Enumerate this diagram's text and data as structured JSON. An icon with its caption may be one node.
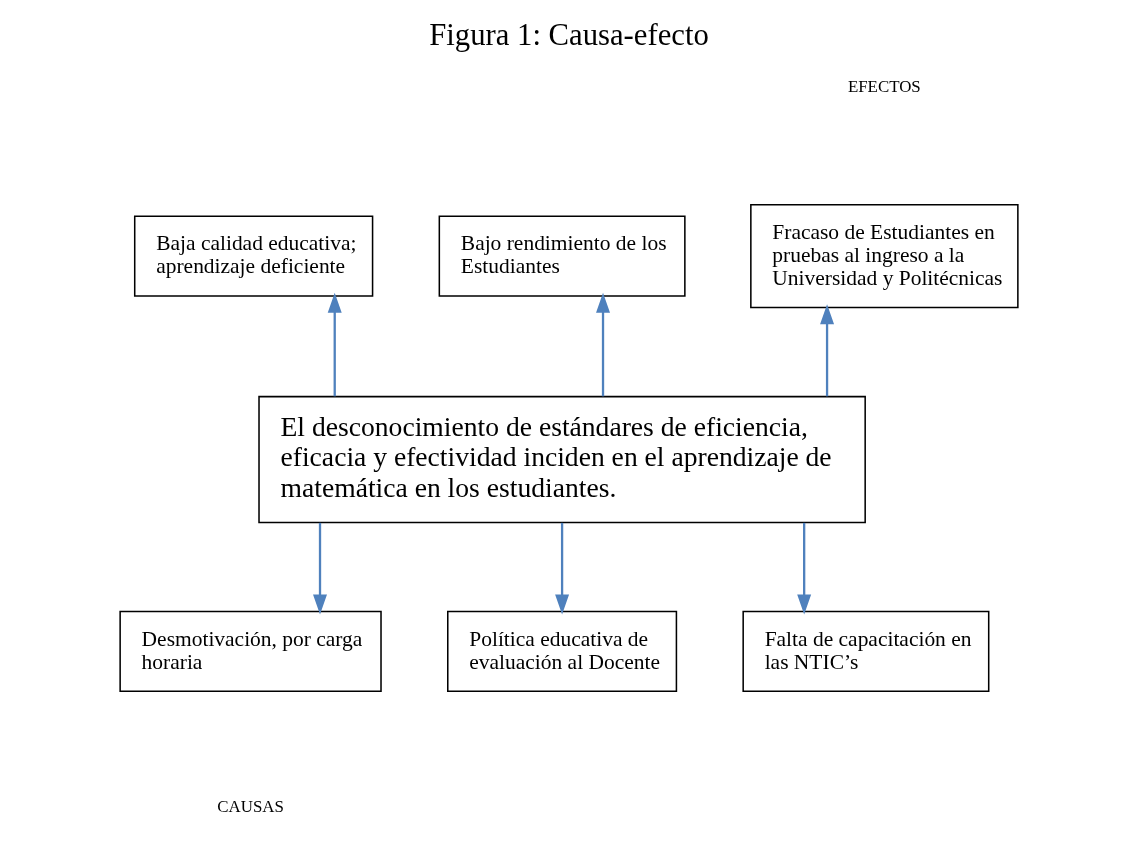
{
  "diagram": {
    "title": "Figura 1: Causa-efecto",
    "nodes": [
      {
        "text": [
          "Fracaso de Estudiantes en pruebas al ingreso a la Universidad y Politécnicas"
        ]
      },
      {
        "text": [
          "Baja calidad educativa; aprendizaje deficiente"
        ]
      },
      {
        "text": [
          "Bajo rendimiento de los Estudiantes"
        ]
      },
      {
        "text": [
          "El desconocimiento de estándares de eficiencia, eficacia y efectividad inciden en el aprendizaje de matemática en los estudiantes."
        ]
      },
      {
        "text": [
          "Desmotivación, por carga horaria"
        ]
      },
      {
        "text": [
          "Política educativa de evaluación al Docente"
        ]
      },
      {
        "text": [
          "Falta de capacitación en las NTIC’s"
        ]
      }
    ],
    "edges": [
      {
        "from": 3,
        "to": 0,
        "arrow": "to"
      },
      {
        "from": 3,
        "to": 1,
        "arrow": "to"
      },
      {
        "from": 3,
        "to": 2,
        "arrow": "to"
      },
      {
        "from": 3,
        "to": 4,
        "arrow": "to"
      },
      {
        "from": 3,
        "to": 5,
        "arrow": "to"
      },
      {
        "from": 3,
        "to": 6,
        "arrow": "to"
      }
    ],
    "labels": [
      "EFECTOS",
      "CAUSAS"
    ]
  }
}
